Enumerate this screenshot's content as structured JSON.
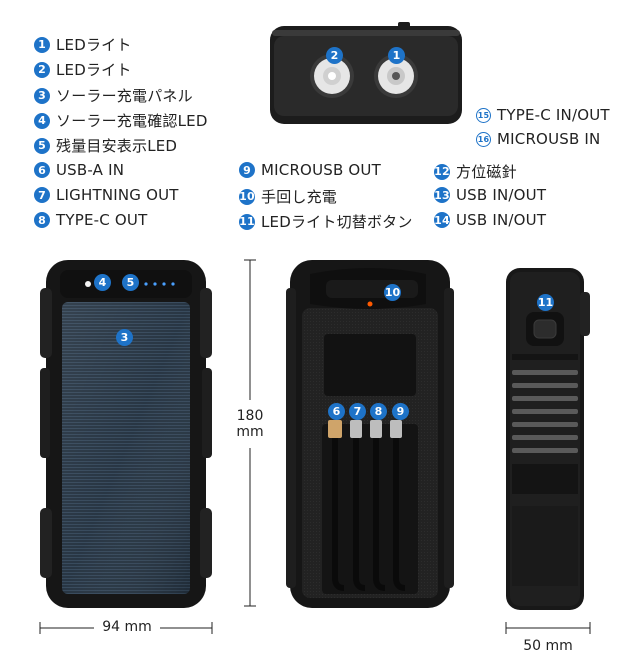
{
  "labels_left": [
    {
      "num": "1",
      "text": "LEDライト"
    },
    {
      "num": "2",
      "text": "LEDライト"
    },
    {
      "num": "3",
      "text": "ソーラー充電パネル"
    },
    {
      "num": "4",
      "text": "ソーラー充電確認LED"
    },
    {
      "num": "5",
      "text": "残量目安表示LED"
    },
    {
      "num": "6",
      "text": "USB-A  IN"
    },
    {
      "num": "7",
      "text": "LIGHTNING OUT"
    },
    {
      "num": "8",
      "text": "TYPE-C  OUT"
    }
  ],
  "labels_mid": [
    {
      "num": "9",
      "text": "MICROUSB  OUT"
    },
    {
      "num": "10",
      "text": "手回し充電"
    },
    {
      "num": "11",
      "text": "LEDライト切替ボタン"
    }
  ],
  "labels_right": [
    {
      "num": "12",
      "text": "方位磁針"
    },
    {
      "num": "13",
      "text": "USB  IN/OUT"
    },
    {
      "num": "14",
      "text": "USB  IN/OUT"
    }
  ],
  "labels_top_right": [
    {
      "num": "15",
      "text": "TYPE-C  IN/OUT"
    },
    {
      "num": "16",
      "text": "MICROUSB  IN"
    }
  ],
  "device_badges": {
    "top_left_light": "2",
    "top_right_light": "1",
    "front_led": "4",
    "front_indicator": "5",
    "front_panel": "3",
    "back_crank": "10",
    "cable_usb_a": "6",
    "cable_lightning": "7",
    "cable_typec": "8",
    "cable_micro": "9",
    "side_button": "11"
  },
  "dimensions": {
    "width": "94 mm",
    "height_value": "180",
    "height_unit": "mm",
    "depth": "50 mm"
  },
  "colors": {
    "badge": "#1e73c8",
    "device_body": "#1b1b1b",
    "solar_panel": "#2a3a4a"
  }
}
